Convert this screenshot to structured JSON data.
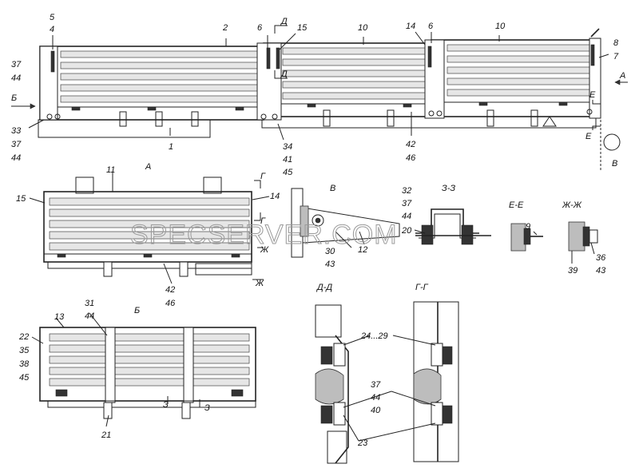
{
  "watermark": "SPECSERVER.COM",
  "views": {
    "A": "А",
    "B": "Б",
    "V": "В",
    "ZZ": "З-З",
    "EE": "Е-Е",
    "ZhZh": "Ж-Ж",
    "DD": "Д-Д",
    "GG": "Г-Г"
  },
  "arrows": {
    "A": "А",
    "B": "Б",
    "D1": "Д",
    "D2": "Д",
    "E1": "Е",
    "E2": "Е",
    "V": "В",
    "G1": "Г",
    "G2": "Г",
    "Zh1": "Ж",
    "Zh2": "Ж",
    "Z1": "З",
    "Z2": "З"
  },
  "callouts": {
    "c5": "5",
    "c4": "4",
    "c2": "2",
    "c6a": "6",
    "c15a": "15",
    "c10a": "10",
    "c14a": "14",
    "c6b": "6",
    "c10b": "10",
    "c8": "8",
    "c7": "7",
    "c37a": "37",
    "c44a": "44",
    "c33": "33",
    "c37b": "37",
    "c44b": "44",
    "c1": "1",
    "c34": "34",
    "c41": "41",
    "c45a": "45",
    "c42a": "42",
    "c46a": "46",
    "c11": "11",
    "c15b": "15",
    "c14b": "14",
    "c42b": "42",
    "c46b": "46",
    "c30": "30",
    "c43a": "43",
    "c12": "12",
    "c32": "32",
    "c37c": "37",
    "c44c": "44",
    "c20": "20",
    "c9": "9",
    "c36": "36",
    "c43b": "43",
    "c39": "39",
    "c13": "13",
    "c31": "31",
    "c44d": "44",
    "c22": "22",
    "c35": "35",
    "c38": "38",
    "c45b": "45",
    "c21": "21",
    "c2429": "24...29",
    "c37d": "37",
    "c44e": "44",
    "c40": "40",
    "c23": "23"
  }
}
